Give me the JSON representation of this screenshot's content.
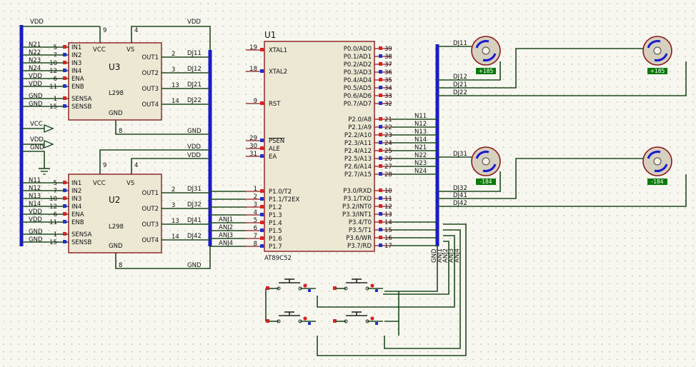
{
  "colors": {
    "wire": "#1e4a1e",
    "bus": "#1a1acc",
    "chip_border": "#8b1a1a",
    "chip_fill": "#ece8d4",
    "grid_dot": "#b8b8a8",
    "pin_red": "#e02020",
    "pin_blue": "#2030d0",
    "motor_label_bg": "#0a7a0a"
  },
  "u3": {
    "name": "U3",
    "type": "L298",
    "vcc": "VCC",
    "vs": "VS",
    "gnd": "GND",
    "left_pins": [
      {
        "num": "5",
        "label": "IN1",
        "net": "N21"
      },
      {
        "num": "7",
        "label": "IN2",
        "net": "N22"
      },
      {
        "num": "10",
        "label": "IN3",
        "net": "N23"
      },
      {
        "num": "12",
        "label": "IN4",
        "net": "N24"
      },
      {
        "num": "6",
        "label": "ENA",
        "net": "VDD"
      },
      {
        "num": "11",
        "label": "ENB",
        "net": "VDD"
      },
      {
        "num": "1",
        "label": "SENSA",
        "net": "GND"
      },
      {
        "num": "15",
        "label": "SENSB",
        "net": "GND"
      }
    ],
    "right_pins": [
      {
        "num": "2",
        "label": "OUT1",
        "net": "DJ11"
      },
      {
        "num": "3",
        "label": "OUT2",
        "net": "DJ12"
      },
      {
        "num": "13",
        "label": "OUT3",
        "net": "DJ21"
      },
      {
        "num": "14",
        "label": "OUT4",
        "net": "DJ22"
      }
    ],
    "vcc_pin": "9",
    "vs_pin": "4",
    "gnd_pin": "8",
    "vs_net": "VDD",
    "gnd_net": "GND"
  },
  "u2": {
    "name": "U2",
    "type": "L298",
    "vcc": "VCC",
    "vs": "VS",
    "gnd": "GND",
    "left_pins": [
      {
        "num": "5",
        "label": "IN1",
        "net": "N11"
      },
      {
        "num": "7",
        "label": "IN2",
        "net": "N12"
      },
      {
        "num": "10",
        "label": "IN3",
        "net": "N13"
      },
      {
        "num": "12",
        "label": "IN4",
        "net": "N14"
      },
      {
        "num": "6",
        "label": "ENA",
        "net": "VDD"
      },
      {
        "num": "11",
        "label": "ENB",
        "net": "VDD"
      },
      {
        "num": "1",
        "label": "SENSA",
        "net": "GND"
      },
      {
        "num": "15",
        "label": "SENSB",
        "net": "GND"
      }
    ],
    "right_pins": [
      {
        "num": "2",
        "label": "OUT1",
        "net": "DJ31"
      },
      {
        "num": "3",
        "label": "OUT2",
        "net": "DJ32"
      },
      {
        "num": "13",
        "label": "OUT3",
        "net": "DJ41"
      },
      {
        "num": "14",
        "label": "OUT4",
        "net": "DJ42"
      }
    ],
    "vcc_pin": "9",
    "vs_pin": "4",
    "gnd_pin": "8",
    "gnd_net": "GND",
    "vdd_net": "VDD"
  },
  "terminals": [
    {
      "label": "VCC"
    },
    {
      "label": "VDD"
    },
    {
      "label": "GND"
    }
  ],
  "u1": {
    "name": "U1",
    "part": "AT89C52",
    "left_pins": [
      {
        "num": "19",
        "label": "XTAL1"
      },
      {
        "num": "18",
        "label": "XTAL2"
      },
      {
        "num": "9",
        "label": "RST"
      },
      {
        "num": "29",
        "label": "PSEN"
      },
      {
        "num": "30",
        "label": "ALE"
      },
      {
        "num": "31",
        "label": "EA"
      },
      {
        "num": "1",
        "label": "P1.0/T2"
      },
      {
        "num": "2",
        "label": "P1.1/T2EX"
      },
      {
        "num": "3",
        "label": "P1.2"
      },
      {
        "num": "4",
        "label": "P1.3"
      },
      {
        "num": "5",
        "label": "P1.4"
      },
      {
        "num": "6",
        "label": "P1.5"
      },
      {
        "num": "7",
        "label": "P1.6"
      },
      {
        "num": "8",
        "label": "P1.7"
      }
    ],
    "right_pins": [
      {
        "num": "39",
        "label": "P0.0/AD0"
      },
      {
        "num": "38",
        "label": "P0.1/AD1"
      },
      {
        "num": "37",
        "label": "P0.2/AD2"
      },
      {
        "num": "36",
        "label": "P0.3/AD3"
      },
      {
        "num": "35",
        "label": "P0.4/AD4"
      },
      {
        "num": "34",
        "label": "P0.5/AD5"
      },
      {
        "num": "33",
        "label": "P0.6/AD6"
      },
      {
        "num": "32",
        "label": "P0.7/AD7"
      },
      {
        "num": "21",
        "label": "P2.0/A8",
        "net": "N11"
      },
      {
        "num": "22",
        "label": "P2.1/A9",
        "net": "N12"
      },
      {
        "num": "23",
        "label": "P2.2/A10",
        "net": "N13"
      },
      {
        "num": "24",
        "label": "P2.3/A11",
        "net": "N14"
      },
      {
        "num": "25",
        "label": "P2.4/A12",
        "net": "N21"
      },
      {
        "num": "26",
        "label": "P2.5/A13",
        "net": "N22"
      },
      {
        "num": "27",
        "label": "P2.6/A14",
        "net": "N23"
      },
      {
        "num": "28",
        "label": "P2.7/A15",
        "net": "N24"
      },
      {
        "num": "10",
        "label": "P3.0/RXD"
      },
      {
        "num": "11",
        "label": "P3.1/TXD"
      },
      {
        "num": "12",
        "label": "P3.2/INT0"
      },
      {
        "num": "13",
        "label": "P3.3/INT1"
      },
      {
        "num": "14",
        "label": "P3.4/T0"
      },
      {
        "num": "15",
        "label": "P3.5/T1"
      },
      {
        "num": "16",
        "label": "P3.6/WR"
      },
      {
        "num": "17",
        "label": "P3.7/RD"
      }
    ]
  },
  "bus_labels": {
    "anj": [
      "ANJ1",
      "ANJ2",
      "ANJ3",
      "ANJ4"
    ],
    "p1_nets": [
      "DJ31",
      "DJ32",
      "DJ41",
      "DJ42"
    ]
  },
  "motors": [
    {
      "id": "m1",
      "net": "DJ11",
      "speed": "+185"
    },
    {
      "id": "m2",
      "speed": "+185"
    },
    {
      "id": "m3",
      "net": "DJ31",
      "speed": "-184"
    },
    {
      "id": "m4",
      "speed": "-184"
    }
  ],
  "motor_nets": {
    "top": [
      "DJ12",
      "DJ21",
      "DJ22"
    ],
    "bottom": [
      "DJ32",
      "DJ41",
      "DJ42"
    ]
  },
  "right_bus_labels": [
    "GND",
    "ANJ1",
    "ANJ2",
    "ANJ3",
    "ANJ4"
  ]
}
